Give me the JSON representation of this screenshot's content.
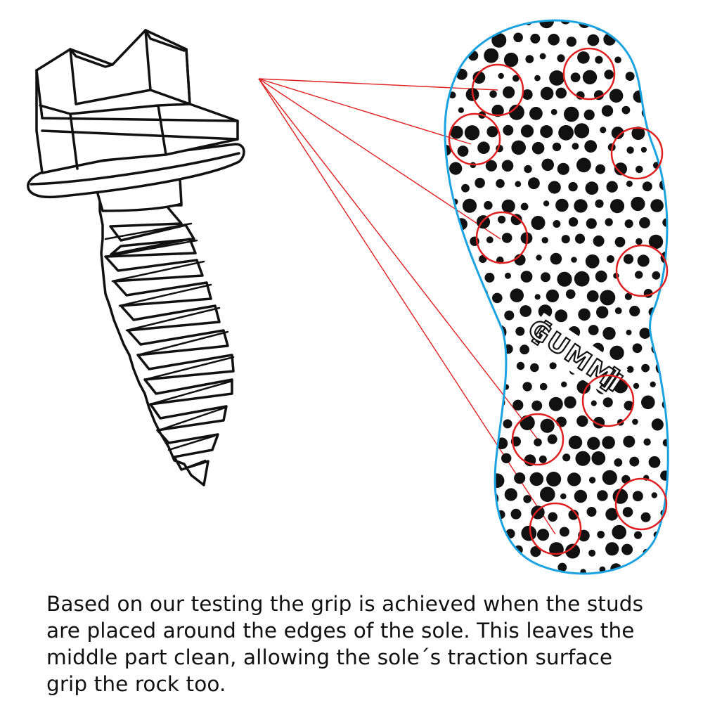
{
  "sole_logo_text": "GUMMI",
  "caption_lines": [
    "Based on our testing the grip is achieved when the studs",
    "are placed around the edges of the sole. This leaves the",
    "middle part clean, allowing the sole´s traction surface",
    "grip the rock too."
  ],
  "colors": {
    "pointer_lines": "#e02020",
    "stud_circles": "#e02020",
    "sole_outline": "#1aa3e0",
    "ink": "#111111"
  },
  "icons": [
    "screw-icon",
    "shoe-sole-icon"
  ],
  "stud_count": 10
}
